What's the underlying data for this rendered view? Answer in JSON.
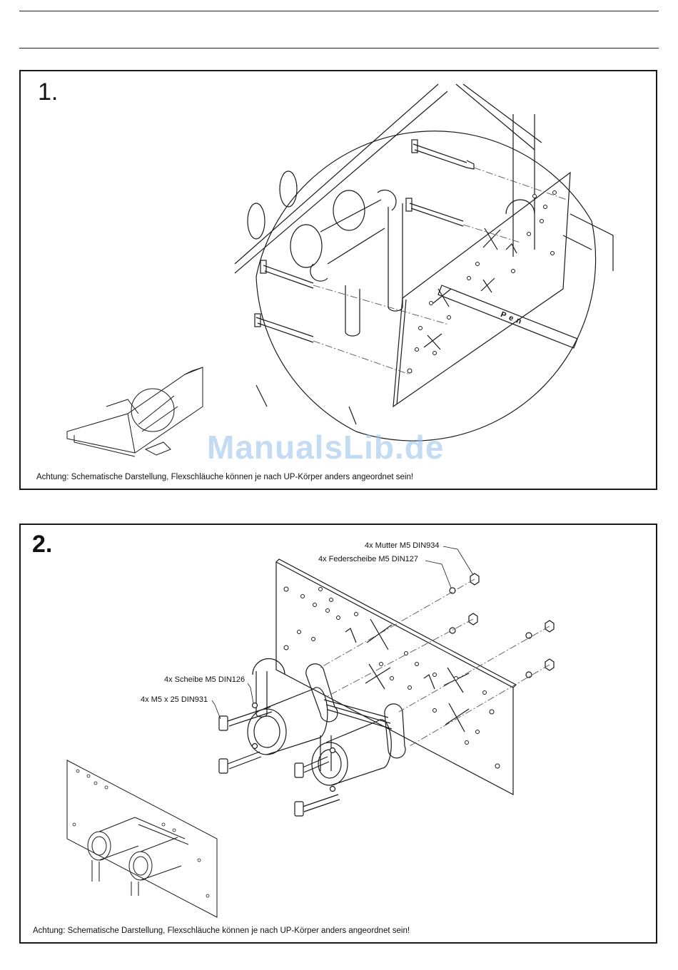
{
  "panel1": {
    "step": "1.",
    "note": "Achtung: Schematische Darstellung, Flexschläuche können je nach UP-Körper anders angeordnet sein!",
    "rod_text": "Pen"
  },
  "panel2": {
    "step": "2.",
    "note": "Achtung: Schematische Darstellung, Flexschläuche können je nach UP-Körper anders angeordnet sein!",
    "callouts": {
      "nut": "4x Mutter M5 DIN934",
      "spring_washer": "4x Federscheibe M5 DIN127",
      "washer": "4x Scheibe M5 DIN126",
      "screw": "4x M5 x 25 DIN931"
    }
  },
  "watermark": "ManualsLib.de"
}
